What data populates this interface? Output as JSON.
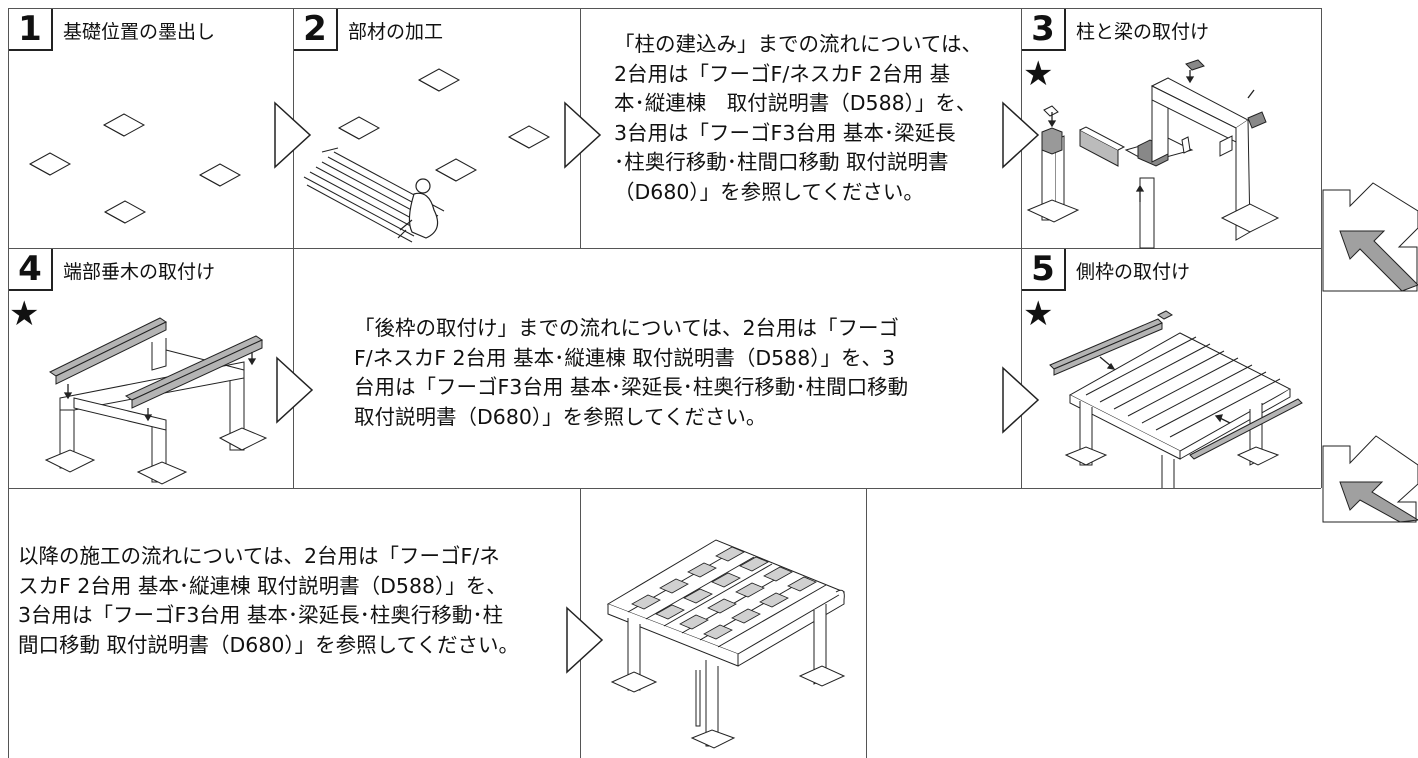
{
  "steps": [
    {
      "number": "1",
      "title": "基礎位置の墨出し"
    },
    {
      "number": "2",
      "title": "部材の加工"
    },
    {
      "number": "3",
      "title": "柱と梁の取付け"
    },
    {
      "number": "4",
      "title": "端部垂木の取付け"
    },
    {
      "number": "5",
      "title": "側枠の取付け"
    }
  ],
  "star_glyph": "★",
  "notes": {
    "row1": [
      "「柱の建込み」までの流れについては、",
      "2台用は「フーゴF/ネスカF 2台用 基",
      "本･縦連棟　取付説明書（D588）」を、",
      "3台用は「フーゴF3台用 基本･梁延長",
      "･柱奥行移動･柱間口移動 取付説明書",
      "（D680）」を参照してください。"
    ],
    "row2": [
      "「後枠の取付け」までの流れについては、2台用は「フーゴ",
      "F/ネスカF 2台用 基本･縦連棟 取付説明書（D588）」を、3",
      "台用は「フーゴF3台用 基本･梁延長･柱奥行移動･柱間口移動",
      "取付説明書（D680）」を参照してください。"
    ],
    "row3": [
      "以降の施工の流れについては、2台用は「フーゴF/ネ",
      "スカF 2台用 基本･縦連棟 取付説明書（D588）」を、",
      "3台用は「フーゴF3台用 基本･梁延長･柱奥行移動･柱",
      "間口移動 取付説明書（D680）」を参照してください。"
    ]
  },
  "colors": {
    "grid_line": "#555555",
    "arrow_fill": "#a0a0a0",
    "beam_fill": "#b4b4b4"
  },
  "icons": [
    "flow-chevron-icon",
    "next-row-arrow-icon",
    "star-icon"
  ]
}
